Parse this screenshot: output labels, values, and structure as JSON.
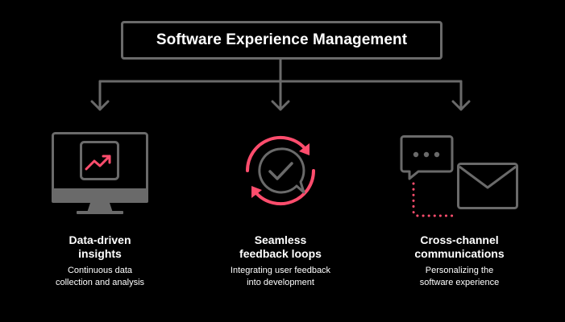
{
  "title": "Software Experience Management",
  "colors": {
    "background": "#000000",
    "line": "#6a6a6a",
    "accent": "#ff4d6d",
    "text": "#ffffff"
  },
  "items": [
    {
      "icon": "monitor-chart-icon",
      "heading_line1": "Data-driven",
      "heading_line2": "insights",
      "desc_line1": "Continuous data",
      "desc_line2": "collection and analysis"
    },
    {
      "icon": "feedback-loop-check-icon",
      "heading_line1": "Seamless",
      "heading_line2": "feedback loops",
      "desc_line1": "Integrating user feedback",
      "desc_line2": "into development"
    },
    {
      "icon": "chat-envelope-icon",
      "heading_line1": "Cross-channel",
      "heading_line2": "communications",
      "desc_line1": "Personalizing the",
      "desc_line2": "software experience"
    }
  ]
}
